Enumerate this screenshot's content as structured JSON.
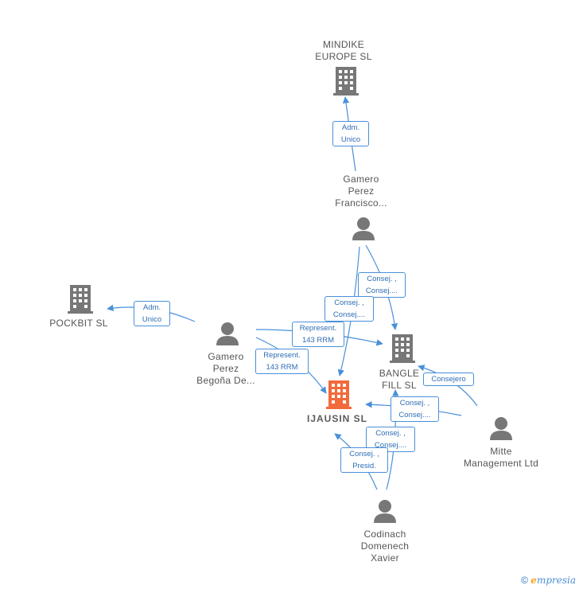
{
  "nodes": {
    "mindike": {
      "label": "MINDIKE\nEUROPE  SL",
      "type": "company",
      "icon": "building-icon",
      "color": "#777777"
    },
    "pockbit": {
      "label": "POCKBIT  SL",
      "type": "company",
      "icon": "building-icon",
      "color": "#777777"
    },
    "bangle": {
      "label": "BANGLE\nFILL  SL",
      "type": "company",
      "icon": "building-icon",
      "color": "#777777"
    },
    "ijausin": {
      "label": "IJAUSIN  SL",
      "type": "company",
      "icon": "building-icon",
      "color": "#f26a3b",
      "main": true
    },
    "gamero_francisco": {
      "label": "Gamero\nPerez\nFrancisco...",
      "type": "person",
      "icon": "person-icon",
      "color": "#777777"
    },
    "gamero_begona": {
      "label": "Gamero\nPerez\nBegoña De...",
      "type": "person",
      "icon": "person-icon",
      "color": "#777777"
    },
    "mitte": {
      "label": "Mitte\nManagement Ltd",
      "type": "person",
      "icon": "person-icon",
      "color": "#777777"
    },
    "codinach": {
      "label": "Codinach\nDomenech\nXavier",
      "type": "person",
      "icon": "person-icon",
      "color": "#777777"
    }
  },
  "edges": {
    "e1": {
      "label": "Adm.\nUnico",
      "from": "gamero_francisco",
      "to": "mindike"
    },
    "e2": {
      "label": "Adm.\nUnico",
      "from": "gamero_begona",
      "to": "pockbit"
    },
    "e3": {
      "label": "Consej. ,\nConsej....",
      "from": "gamero_francisco",
      "to": "bangle"
    },
    "e4": {
      "label": "Consej. ,\nConsej....",
      "from": "gamero_francisco",
      "to": "ijausin"
    },
    "e5": {
      "label": "Represent.\n143 RRM",
      "from": "gamero_begona",
      "to": "bangle"
    },
    "e6": {
      "label": "Represent.\n143 RRM",
      "from": "gamero_begona",
      "to": "ijausin"
    },
    "e7": {
      "label": "Consejero",
      "from": "mitte",
      "to": "bangle"
    },
    "e8": {
      "label": "Consej. ,\nConsej....",
      "from": "mitte",
      "to": "ijausin"
    },
    "e9": {
      "label": "Consej. ,\nConsej....",
      "from": "codinach",
      "to": "bangle"
    },
    "e10": {
      "label": "Consej. ,\nPresid.",
      "from": "codinach",
      "to": "ijausin"
    }
  },
  "colors": {
    "edge": "#4a90d9",
    "node": "#777777",
    "main": "#f26a3b"
  },
  "footer": {
    "copyright_symbol": "©",
    "brand_e": "e",
    "brand_rest": "mpresia"
  }
}
